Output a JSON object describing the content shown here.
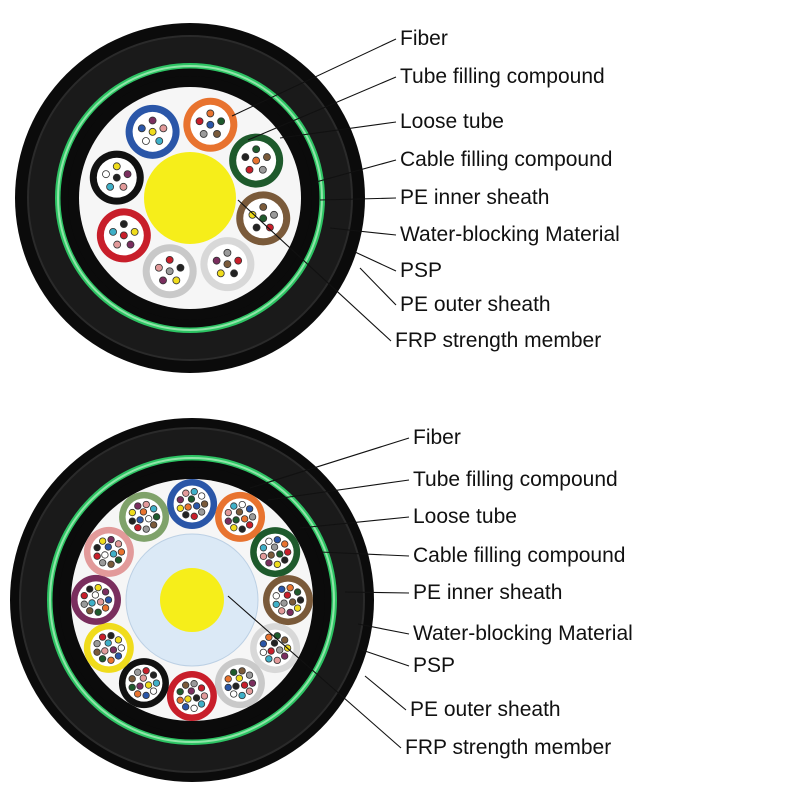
{
  "colors": {
    "outer_sheath": "#0b0b0b",
    "water_blocking": "#2cc463",
    "water_blocking_light": "#8fe5a8",
    "filling": "#f6f6f6",
    "frp_core": "#f6ee1a",
    "padding": "#dbe9f6"
  },
  "diagrams": [
    {
      "labels": [
        "Fiber",
        "Tube filling compound",
        "Loose tube",
        "Cable filling compound",
        "PE inner sheath",
        "Water-blocking Material",
        "PSP",
        "PE outer sheath",
        "FRP strength member"
      ],
      "tubes": [
        {
          "color": "#e8732f",
          "name": "orange"
        },
        {
          "color": "#1e5a2c",
          "name": "green"
        },
        {
          "color": "#7a5a3a",
          "name": "brown"
        },
        {
          "color": "#d8d8d8",
          "name": "slate"
        },
        {
          "color": "#c9c9c9",
          "name": "white"
        },
        {
          "color": "#c81e2a",
          "name": "red"
        },
        {
          "color": "#111111",
          "name": "black"
        },
        {
          "color": "#2a56a8",
          "name": "blue"
        }
      ]
    },
    {
      "labels": [
        "Fiber",
        "Tube filling compound",
        "Loose tube",
        "Cable filling compound",
        "PE inner sheath",
        "Water-blocking Material",
        "PSP",
        "PE outer sheath",
        "FRP strength member"
      ],
      "tubes": [
        {
          "color": "#2a56a8",
          "name": "blue"
        },
        {
          "color": "#e8732f",
          "name": "orange"
        },
        {
          "color": "#1e5a2c",
          "name": "green"
        },
        {
          "color": "#7a5a3a",
          "name": "brown"
        },
        {
          "color": "#d8d8d8",
          "name": "slate"
        },
        {
          "color": "#c9c9c9",
          "name": "white"
        },
        {
          "color": "#c81e2a",
          "name": "red"
        },
        {
          "color": "#111111",
          "name": "black"
        },
        {
          "color": "#f0dc1c",
          "name": "yellow"
        },
        {
          "color": "#7a2e5e",
          "name": "violet"
        },
        {
          "color": "#e29a9a",
          "name": "rose"
        },
        {
          "color": "#7fa26a",
          "name": "aqua"
        }
      ]
    }
  ]
}
